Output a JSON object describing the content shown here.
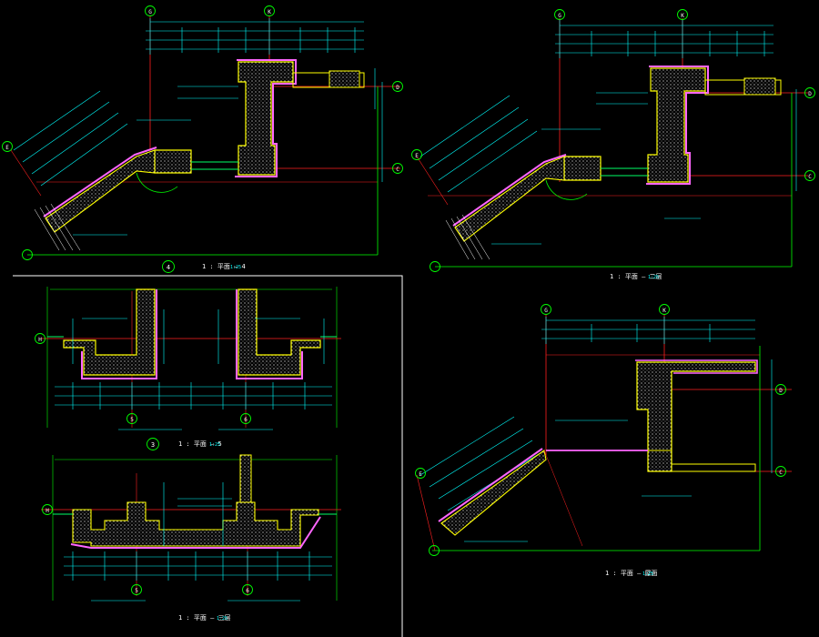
{
  "canvas": {
    "background": "#000000"
  },
  "colors": {
    "dimension": "#00ffff",
    "wall_outline": "#ffff00",
    "insulation": "#ff66ff",
    "hatch": "#ffffff",
    "axis": "#ff2020",
    "text": "#ffffff",
    "bubble": "#00ff00",
    "window": "#00ff66",
    "panel_border": "#ffffff"
  },
  "views": {
    "tl": {
      "title": "1 : 平面 — 4",
      "scale": "1:25",
      "bubble": "4"
    },
    "tr": {
      "title": "1 : 平面 — 二层",
      "scale": "1:25",
      "bubble": ""
    },
    "ml": {
      "title": "1 : 平面 — 5",
      "scale": "1:25",
      "bubble": "3"
    },
    "bl": {
      "title": "1 : 平面 — 三层",
      "scale": "1:25",
      "bubble": ""
    },
    "br": {
      "title": "1 : 平面 — 屋面",
      "scale": "1:25",
      "bubble": ""
    }
  },
  "axes": {
    "tl_top_a": "G",
    "tl_top_b": "K",
    "tl_right_a": "D",
    "tl_right_b": "C",
    "tl_left": "E",
    "tr_top_a": "G",
    "tr_top_b": "K",
    "tr_right_a": "D",
    "tr_right_b": "C",
    "tr_left": "E",
    "ml_left": "H",
    "ml_bot_a": "5",
    "ml_bot_b": "6",
    "bl_left": "H",
    "bl_bot_a": "5",
    "bl_bot_b": "6",
    "br_top_a": "G",
    "br_top_b": "K",
    "br_right_a": "D",
    "br_right_b": "C",
    "br_left": "E"
  }
}
